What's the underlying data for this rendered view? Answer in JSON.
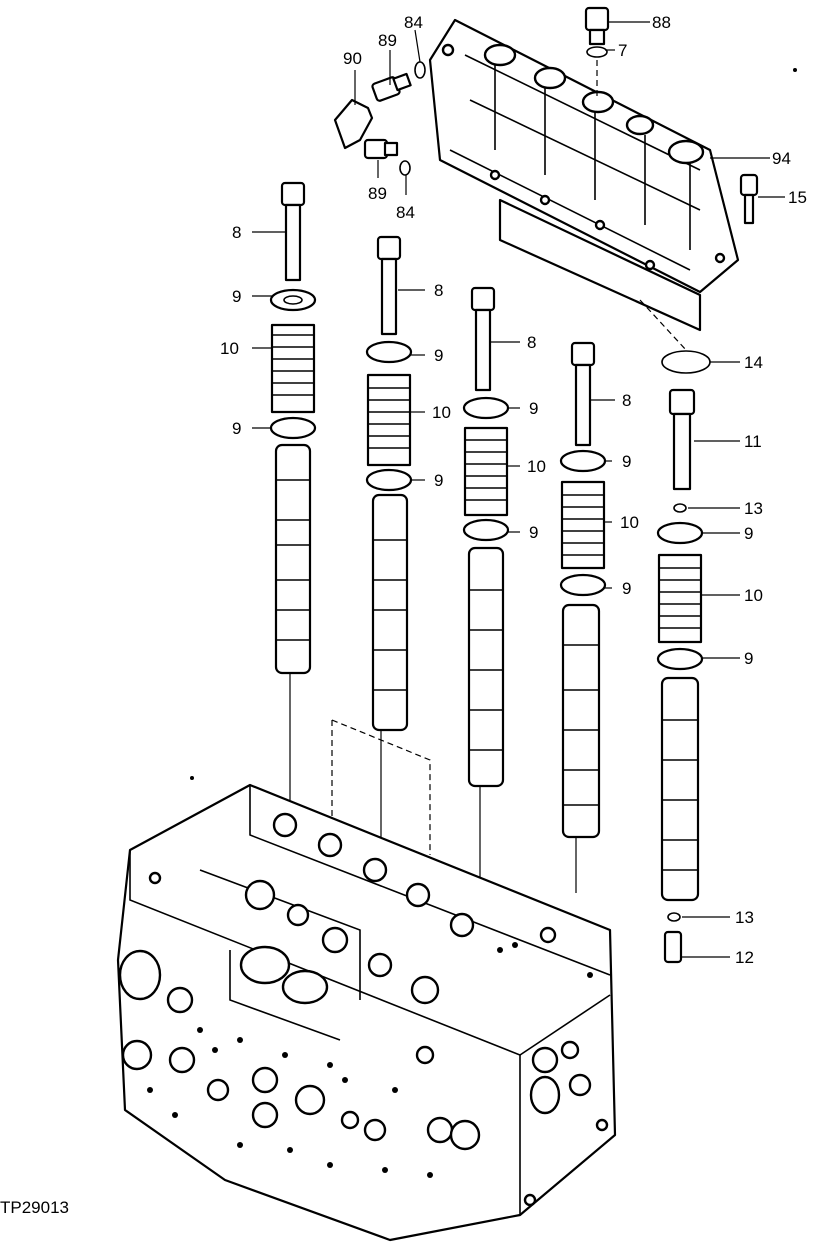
{
  "figure_id": "TP29013",
  "callouts": {
    "c88": "88",
    "c7": "7",
    "c84a": "84",
    "c89a": "89",
    "c90": "90",
    "c94": "94",
    "c15": "15",
    "c89b": "89",
    "c84b": "84",
    "c8a": "8",
    "c9a": "9",
    "c10a": "10",
    "c9b": "9",
    "c8b": "8",
    "c9c": "9",
    "c10b": "10",
    "c9d": "9",
    "c8c": "8",
    "c9e": "9",
    "c10c": "10",
    "c9f": "9",
    "c8d": "8",
    "c9g": "9",
    "c10d": "10",
    "c9h": "9",
    "c14": "14",
    "c11": "11",
    "c13a": "13",
    "c9i": "9",
    "c10e": "10",
    "c9j": "9",
    "c13b": "13",
    "c12": "12"
  }
}
